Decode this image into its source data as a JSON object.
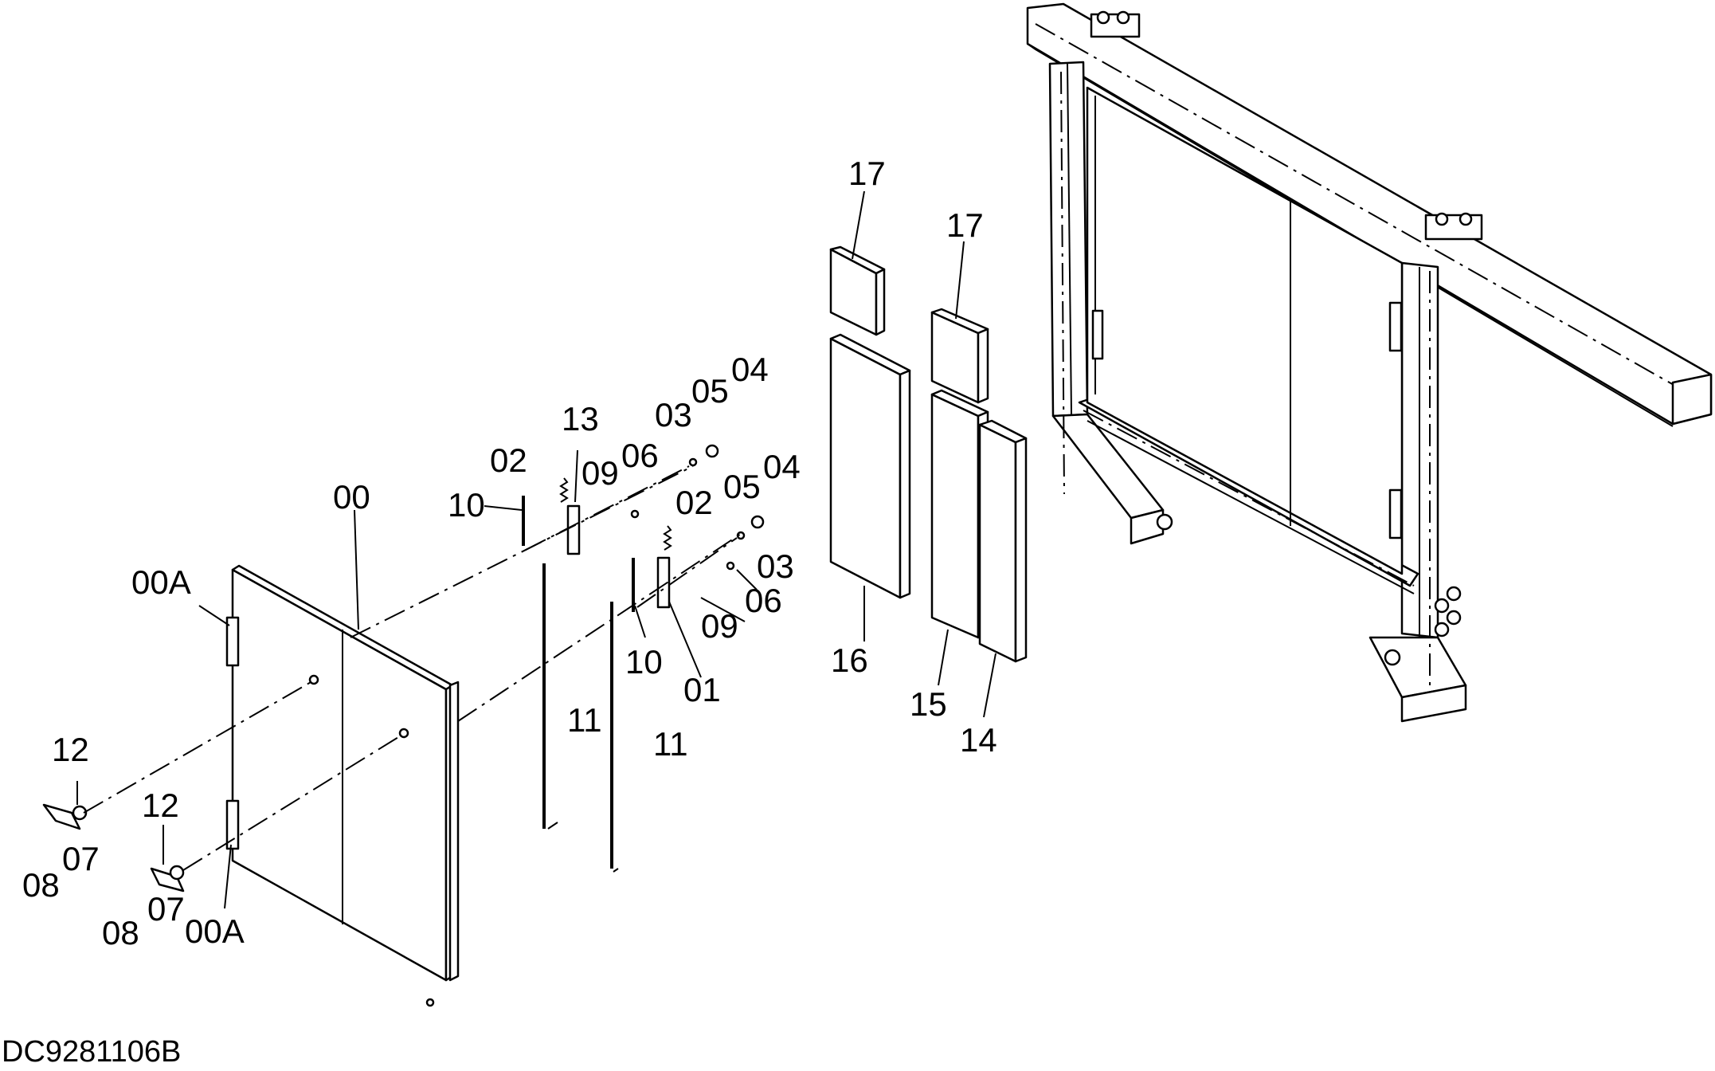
{
  "diagram": {
    "drawing_code": "DC9281106B",
    "callouts": [
      {
        "id": "c-00",
        "text": "00"
      },
      {
        "id": "c-00a-top",
        "text": "00A"
      },
      {
        "id": "c-00a-bottom",
        "text": "00A"
      },
      {
        "id": "c-01",
        "text": "01"
      },
      {
        "id": "c-02-left",
        "text": "02"
      },
      {
        "id": "c-02-right",
        "text": "02"
      },
      {
        "id": "c-03-top",
        "text": "03"
      },
      {
        "id": "c-03-right",
        "text": "03"
      },
      {
        "id": "c-04-top",
        "text": "04"
      },
      {
        "id": "c-04-mid",
        "text": "04"
      },
      {
        "id": "c-05-top",
        "text": "05"
      },
      {
        "id": "c-05-mid",
        "text": "05"
      },
      {
        "id": "c-06-top",
        "text": "06"
      },
      {
        "id": "c-06-right",
        "text": "06"
      },
      {
        "id": "c-07-top",
        "text": "07"
      },
      {
        "id": "c-07-bottom",
        "text": "07"
      },
      {
        "id": "c-08-top",
        "text": "08"
      },
      {
        "id": "c-08-bottom",
        "text": "08"
      },
      {
        "id": "c-09-left",
        "text": "09"
      },
      {
        "id": "c-09-right",
        "text": "09"
      },
      {
        "id": "c-10-left",
        "text": "10"
      },
      {
        "id": "c-10-right",
        "text": "10"
      },
      {
        "id": "c-11-left",
        "text": "11"
      },
      {
        "id": "c-11-right",
        "text": "11"
      },
      {
        "id": "c-12-top",
        "text": "12"
      },
      {
        "id": "c-12-bottom",
        "text": "12"
      },
      {
        "id": "c-13",
        "text": "13"
      },
      {
        "id": "c-14",
        "text": "14"
      },
      {
        "id": "c-15",
        "text": "15"
      },
      {
        "id": "c-16",
        "text": "16"
      },
      {
        "id": "c-17-left",
        "text": "17"
      },
      {
        "id": "c-17-right",
        "text": "17"
      }
    ]
  }
}
